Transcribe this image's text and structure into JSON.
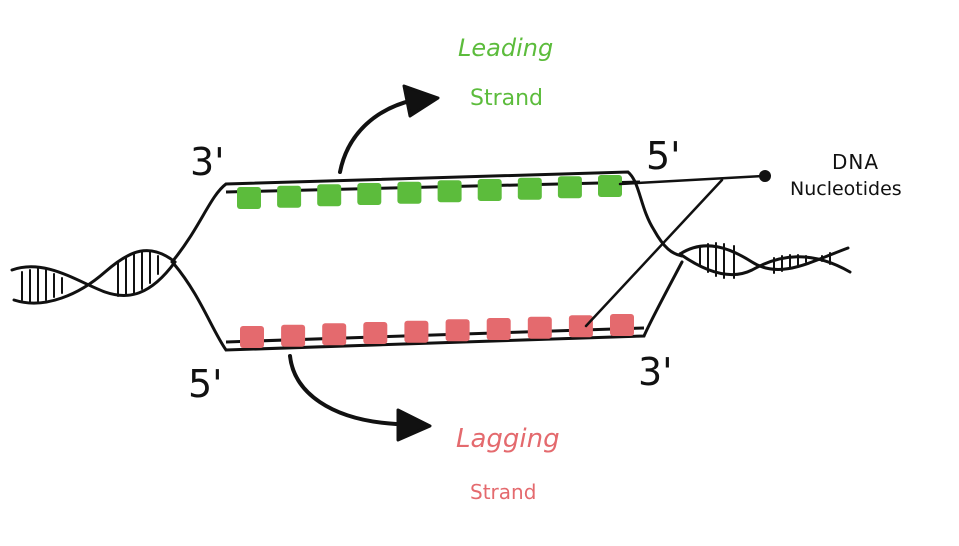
{
  "labels": {
    "leading_line1": "Leading",
    "leading_line2": "Strand",
    "lagging_line1": "Lagging",
    "lagging_line2": "Strand",
    "end_top_left": "3'",
    "end_top_right": "5'",
    "end_bottom_left": "5'",
    "end_bottom_right": "3'",
    "pointer_line1": "DNA",
    "pointer_line2": "Nucleotides"
  },
  "colors": {
    "leading": "#5cbc3c",
    "lagging": "#e46a6e",
    "ink": "#111111"
  },
  "counts": {
    "leading_nucleotides": 10,
    "lagging_nucleotides": 10
  }
}
